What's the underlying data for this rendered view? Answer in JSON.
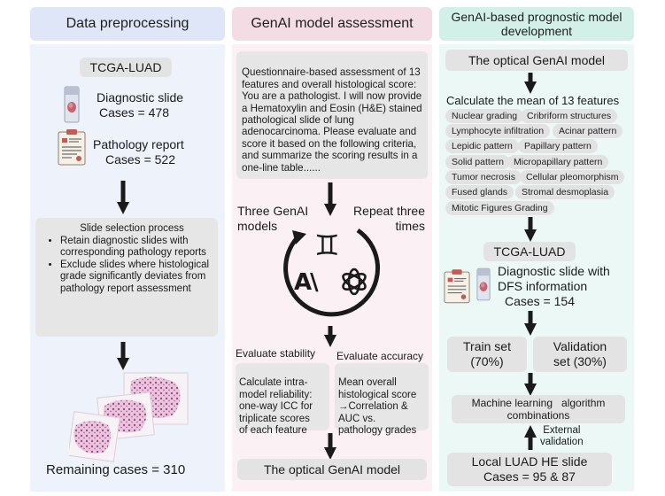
{
  "columns": {
    "left": {
      "title": "Data preprocessing",
      "source": "TCGA-LUAD",
      "slide_label": "Diagnostic slide",
      "slide_cases": "Cases = 478",
      "report_label": "Pathology report",
      "report_cases": "Cases = 522",
      "selection_title": "Slide selection process",
      "selection_items": [
        "Retain diagnostic slides with corresponding pathology reports",
        "Exclude slides where histological grade significantly deviates from pathology report assessment"
      ],
      "remaining": "Remaining cases = 310"
    },
    "middle": {
      "title": "GenAI model assessment",
      "prompt_text": "Questionnaire-based assessment of 13 features and overall histological score:\nYou are a pathologist. I will now provide a Hematoxylin and Eosin (H&E) stained pathological slide of lung adenocarcinoma. Please evaluate and score it based on the following criteria, and summarize the scoring results in a one-line table......",
      "three_models": "Three GenAI\nmodels",
      "repeat": "Repeat three\ntimes",
      "gemini_glyph": "♊",
      "anthropic_glyph": "A\\",
      "eval_stability": "Evaluate stability",
      "eval_accuracy": "Evaluate accuracy",
      "stability_text": "Calculate intra-\nmodel reliability:\none-way ICC for\ntriplicate scores\nof each feature",
      "accuracy_text": "Mean overall\nhistological score\n→Correlation &\nAUC vs.\npathology grades",
      "optimal": "The optical GenAI model"
    },
    "right": {
      "title": "GenAI-based prognostic model\ndevelopment",
      "optimal": "The optical GenAI model",
      "features_title": "Calculate the mean of 13 features",
      "features": [
        "Nuclear grading",
        "Cribriform structures",
        "Lymphocyte infiltration",
        "Acinar pattern",
        "Lepidic pattern",
        "Papillary pattern",
        "Solid pattern",
        "Micropapillary pattern",
        "Tumor necrosis",
        "Cellular pleomorphism",
        "Fused glands",
        "Stromal desmoplasia",
        "Mitotic Figures Grading"
      ],
      "source": "TCGA-LUAD",
      "dfs_label": "Diagnostic slide with\nDFS information",
      "dfs_cases": "Cases = 154",
      "train": "Train set\n(70%)",
      "validation": "Validation\nset (30%)",
      "ml": "Machine learning   algorithm\ncombinations",
      "external": "External\nvalidation",
      "local": "Local LUAD HE slide\nCases = 95 & 87"
    }
  },
  "colors": {
    "left_bg": "#eef2fb",
    "left_hdr": "#dfe6f7",
    "mid_bg": "#fbf1f4",
    "mid_hdr": "#f4dce4",
    "right_bg": "#ecf8f5",
    "right_hdr": "#d3f0e8",
    "pill": "#e3e3e3",
    "arrow": "#1a1a1a"
  }
}
